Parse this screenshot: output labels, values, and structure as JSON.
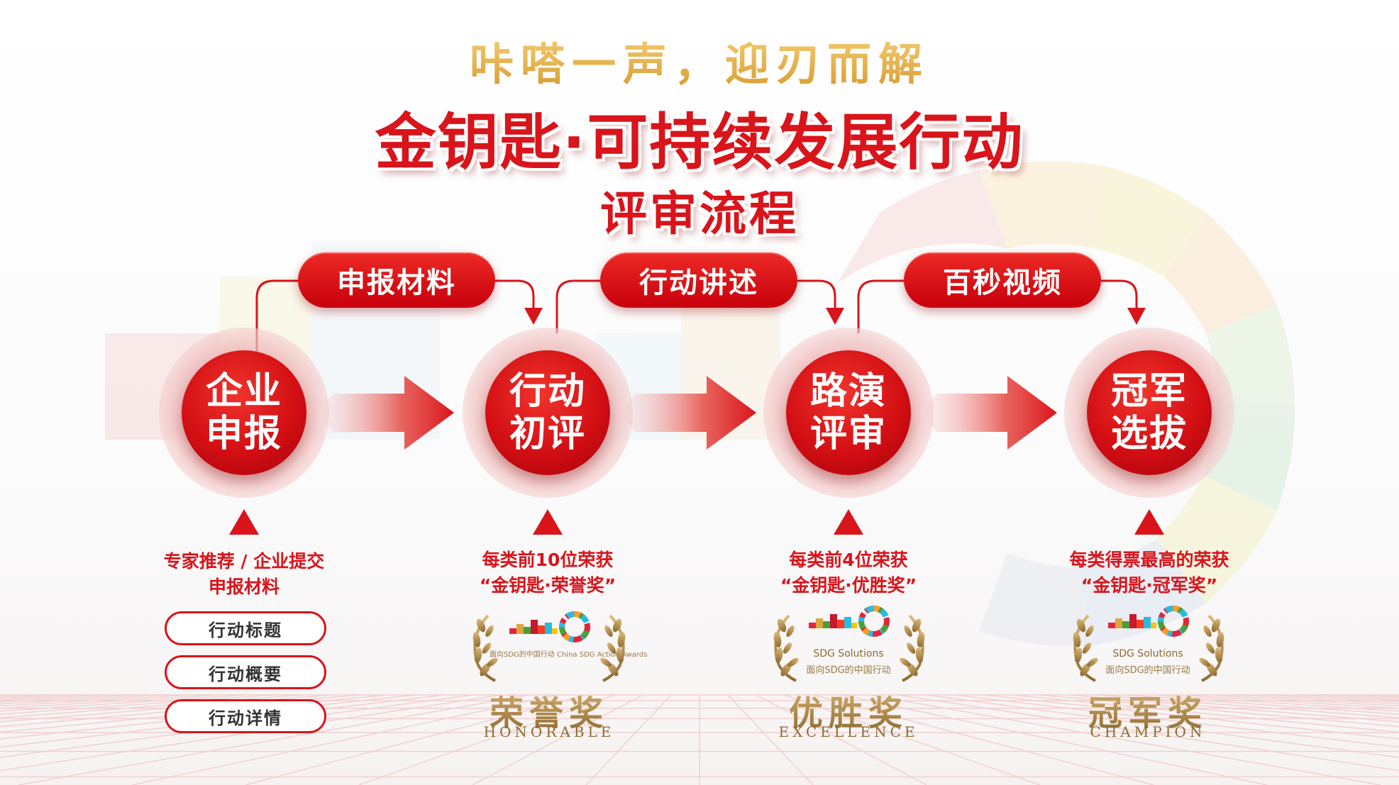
{
  "header": {
    "tagline": "咔嗒一声，迎刃而解",
    "title": "金钥匙·可持续发展行动",
    "subtitle": "评审流程"
  },
  "connectors": [
    {
      "label": "申报材料"
    },
    {
      "label": "行动讲述"
    },
    {
      "label": "百秒视频"
    }
  ],
  "stages": [
    {
      "line1": "企业",
      "line2": "申报"
    },
    {
      "line1": "行动",
      "line2": "初评"
    },
    {
      "line1": "路演",
      "line2": "评审"
    },
    {
      "line1": "冠军",
      "line2": "选拔"
    }
  ],
  "stage_details": [
    {
      "line1": "专家推荐 / 企业提交",
      "line2": "申报材料",
      "items": [
        "行动标题",
        "行动概要",
        "行动详情"
      ]
    },
    {
      "line1": "每类前10位荣获",
      "line2": "“金钥匙·荣誉奖”",
      "badge_caption": "面向SDG的中国行动  China SDG Action Awards",
      "award_cn": "荣誉奖",
      "award_en": "HONORABLE"
    },
    {
      "line1": "每类前4位荣获",
      "line2": "“金钥匙·优胜奖”",
      "badge_brand": "SDG Solutions",
      "badge_caption": "面向SDG的中国行动",
      "award_cn": "优胜奖",
      "award_en": "EXCELLENCE"
    },
    {
      "line1": "每类得票最高的荣获",
      "line2": "“金钥匙·冠军奖”",
      "badge_brand": "SDG Solutions",
      "badge_caption": "面向SDG的中国行动",
      "award_cn": "冠军奖",
      "award_en": "CHAMPION"
    }
  ],
  "colors": {
    "primary_red": "#d9141b",
    "gold": "#b8893d",
    "tagline_gold": "#e8b540"
  }
}
